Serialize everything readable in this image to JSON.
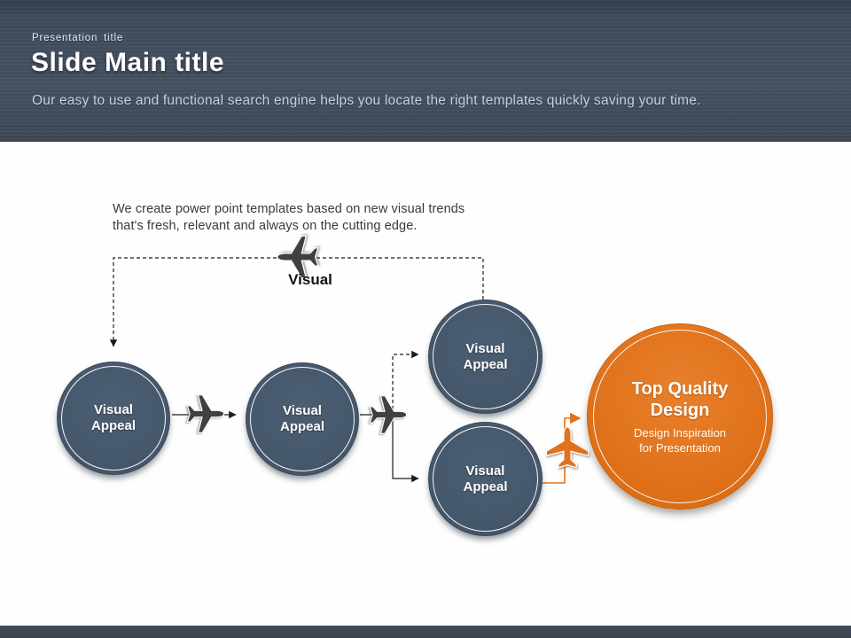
{
  "header": {
    "kicker": "Presentation title",
    "title": "Slide Main title",
    "subtitle": "Our easy to use and functional search engine helps you locate the right templates quickly saving your time."
  },
  "intro": {
    "line1": "We create power point templates based on new visual trends",
    "line2": "that's fresh, relevant and always on the cutting edge."
  },
  "diagram": {
    "top_flow_label": "Visual",
    "nodes": [
      {
        "line1": "Visual",
        "line2": "Appeal"
      },
      {
        "line1": "Visual",
        "line2": "Appeal"
      },
      {
        "line1": "Visual",
        "line2": "Appeal"
      },
      {
        "line1": "Visual",
        "line2": "Appeal"
      }
    ],
    "result": {
      "title_line1": "Top Quality",
      "title_line2": "Design",
      "sub_line1": "Design Inspiration",
      "sub_line2": "for Presentation"
    },
    "icons": {
      "top": "airplane-left-icon",
      "between_node1_node2": "airplane-right-icon",
      "between_node2_branch": "airplane-right-icon",
      "before_result": "airplane-up-icon"
    }
  },
  "colors": {
    "header_bg": "#3e4a5a",
    "footer_bg": "#39424f",
    "node_fill": "#46586c",
    "accent_orange": "#e0721c",
    "connector_dark": "#1c1c1c",
    "intro_text": "#3b3b3b"
  }
}
